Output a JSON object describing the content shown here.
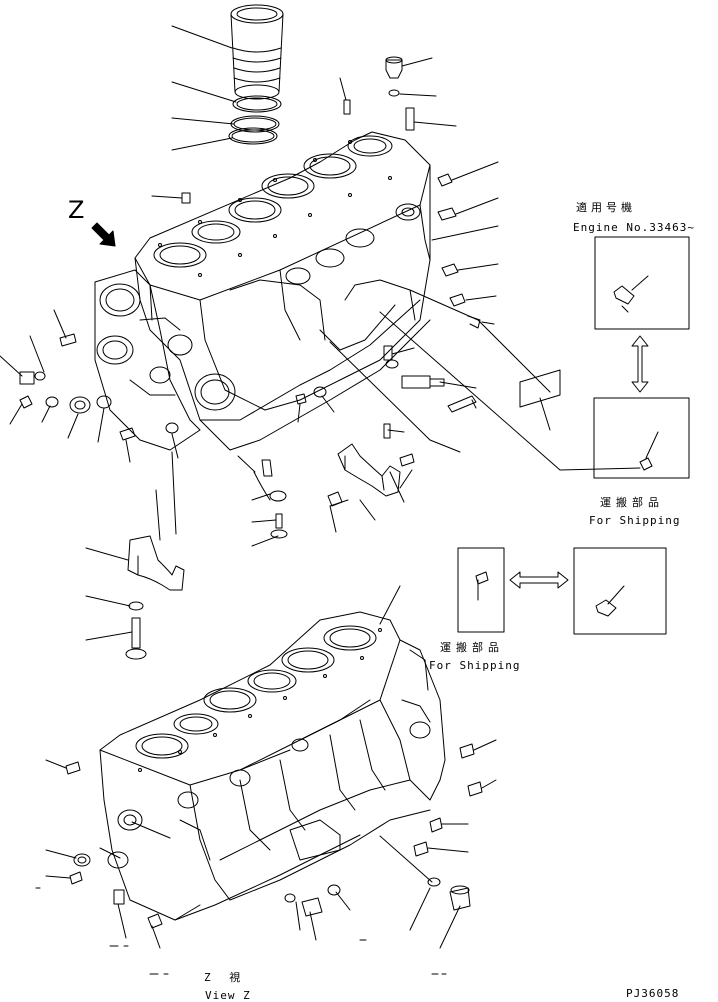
{
  "diagram": {
    "view_marker": "Z",
    "applicable_label_jp": "適用号機",
    "applicable_label_en": "Engine No.33463~",
    "shipping_label_jp": "運搬部品",
    "shipping_label_en": "For Shipping",
    "view_label_jp": "Z 視",
    "view_label_en": "View Z",
    "drawing_number": "PJ36058"
  },
  "colors": {
    "line": "#000000",
    "background": "#ffffff"
  }
}
